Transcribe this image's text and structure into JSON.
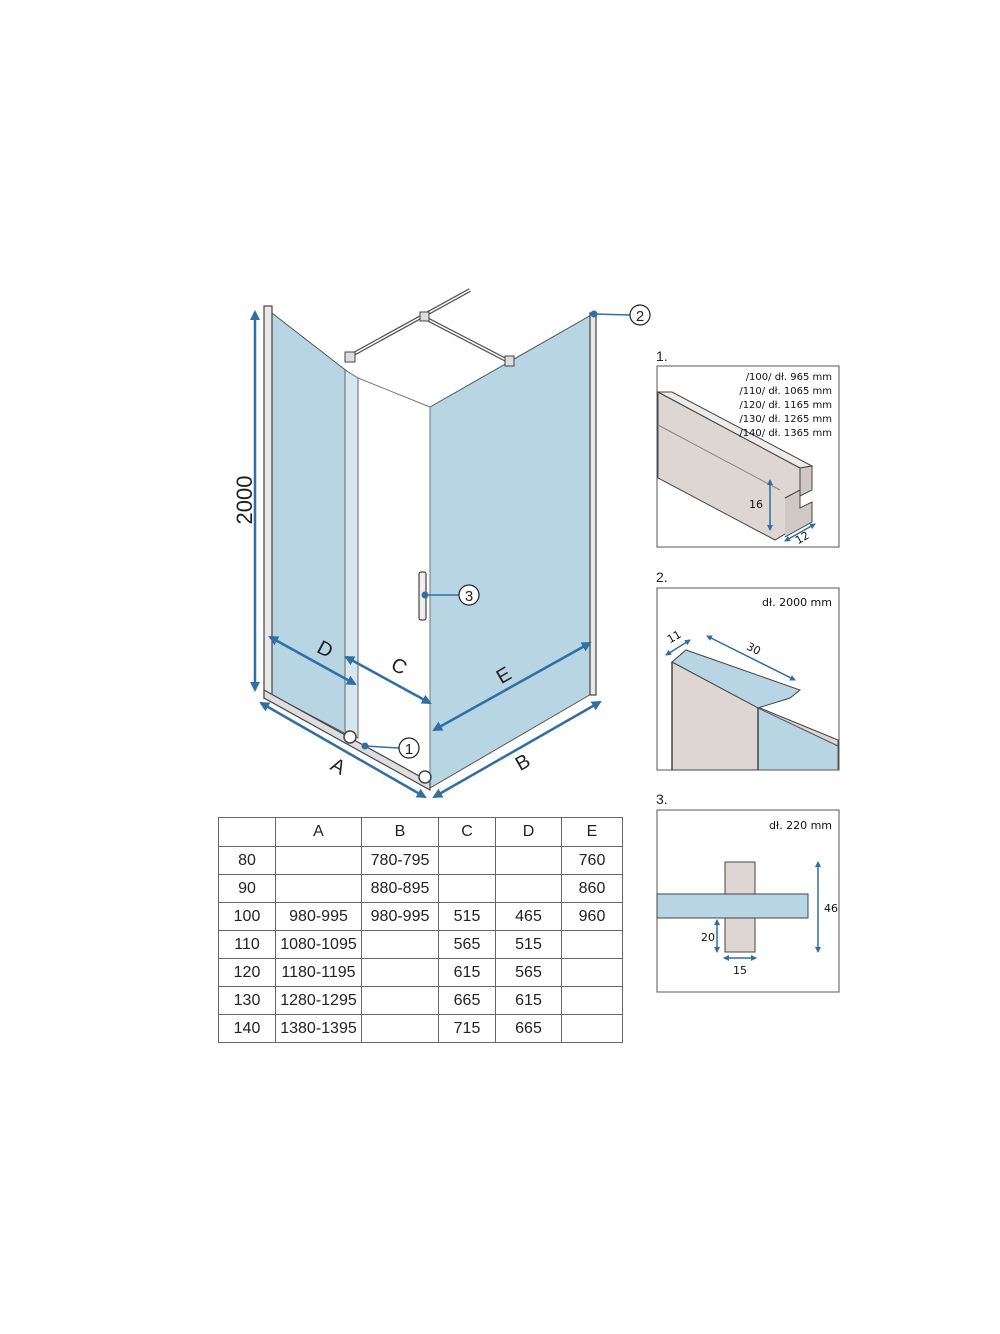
{
  "colors": {
    "glass": "#b7d5e2",
    "arrow": "#2f6fa3",
    "frame": "#555555",
    "profile": "#ddd6d2"
  },
  "main_diagram": {
    "height_label": "2000",
    "dims": {
      "a": "A",
      "b": "B",
      "c": "C",
      "d": "D",
      "e": "E"
    },
    "callouts": [
      "1",
      "2",
      "3"
    ]
  },
  "details": [
    {
      "number": "1.",
      "lengths": [
        "/100/ dł. 965 mm",
        "/110/ dł. 1065 mm",
        "/120/ dł. 1165 mm",
        "/130/ dł. 1265 mm",
        "/140/ dł. 1365 mm"
      ],
      "dims": [
        "16",
        "12"
      ]
    },
    {
      "number": "2.",
      "length": "dł. 2000 mm",
      "dims": [
        "11",
        "30"
      ]
    },
    {
      "number": "3.",
      "length": "dł. 220 mm",
      "dims": [
        "46",
        "20",
        "15"
      ]
    }
  ],
  "table": {
    "headers": [
      "",
      "A",
      "B",
      "C",
      "D",
      "E"
    ],
    "rows": [
      [
        "80",
        "",
        "780-795",
        "",
        "",
        "760"
      ],
      [
        "90",
        "",
        "880-895",
        "",
        "",
        "860"
      ],
      [
        "100",
        "980-995",
        "980-995",
        "515",
        "465",
        "960"
      ],
      [
        "110",
        "1080-1095",
        "",
        "565",
        "515",
        ""
      ],
      [
        "120",
        "1180-1195",
        "",
        "615",
        "565",
        ""
      ],
      [
        "130",
        "1280-1295",
        "",
        "665",
        "615",
        ""
      ],
      [
        "140",
        "1380-1395",
        "",
        "715",
        "665",
        ""
      ]
    ]
  }
}
